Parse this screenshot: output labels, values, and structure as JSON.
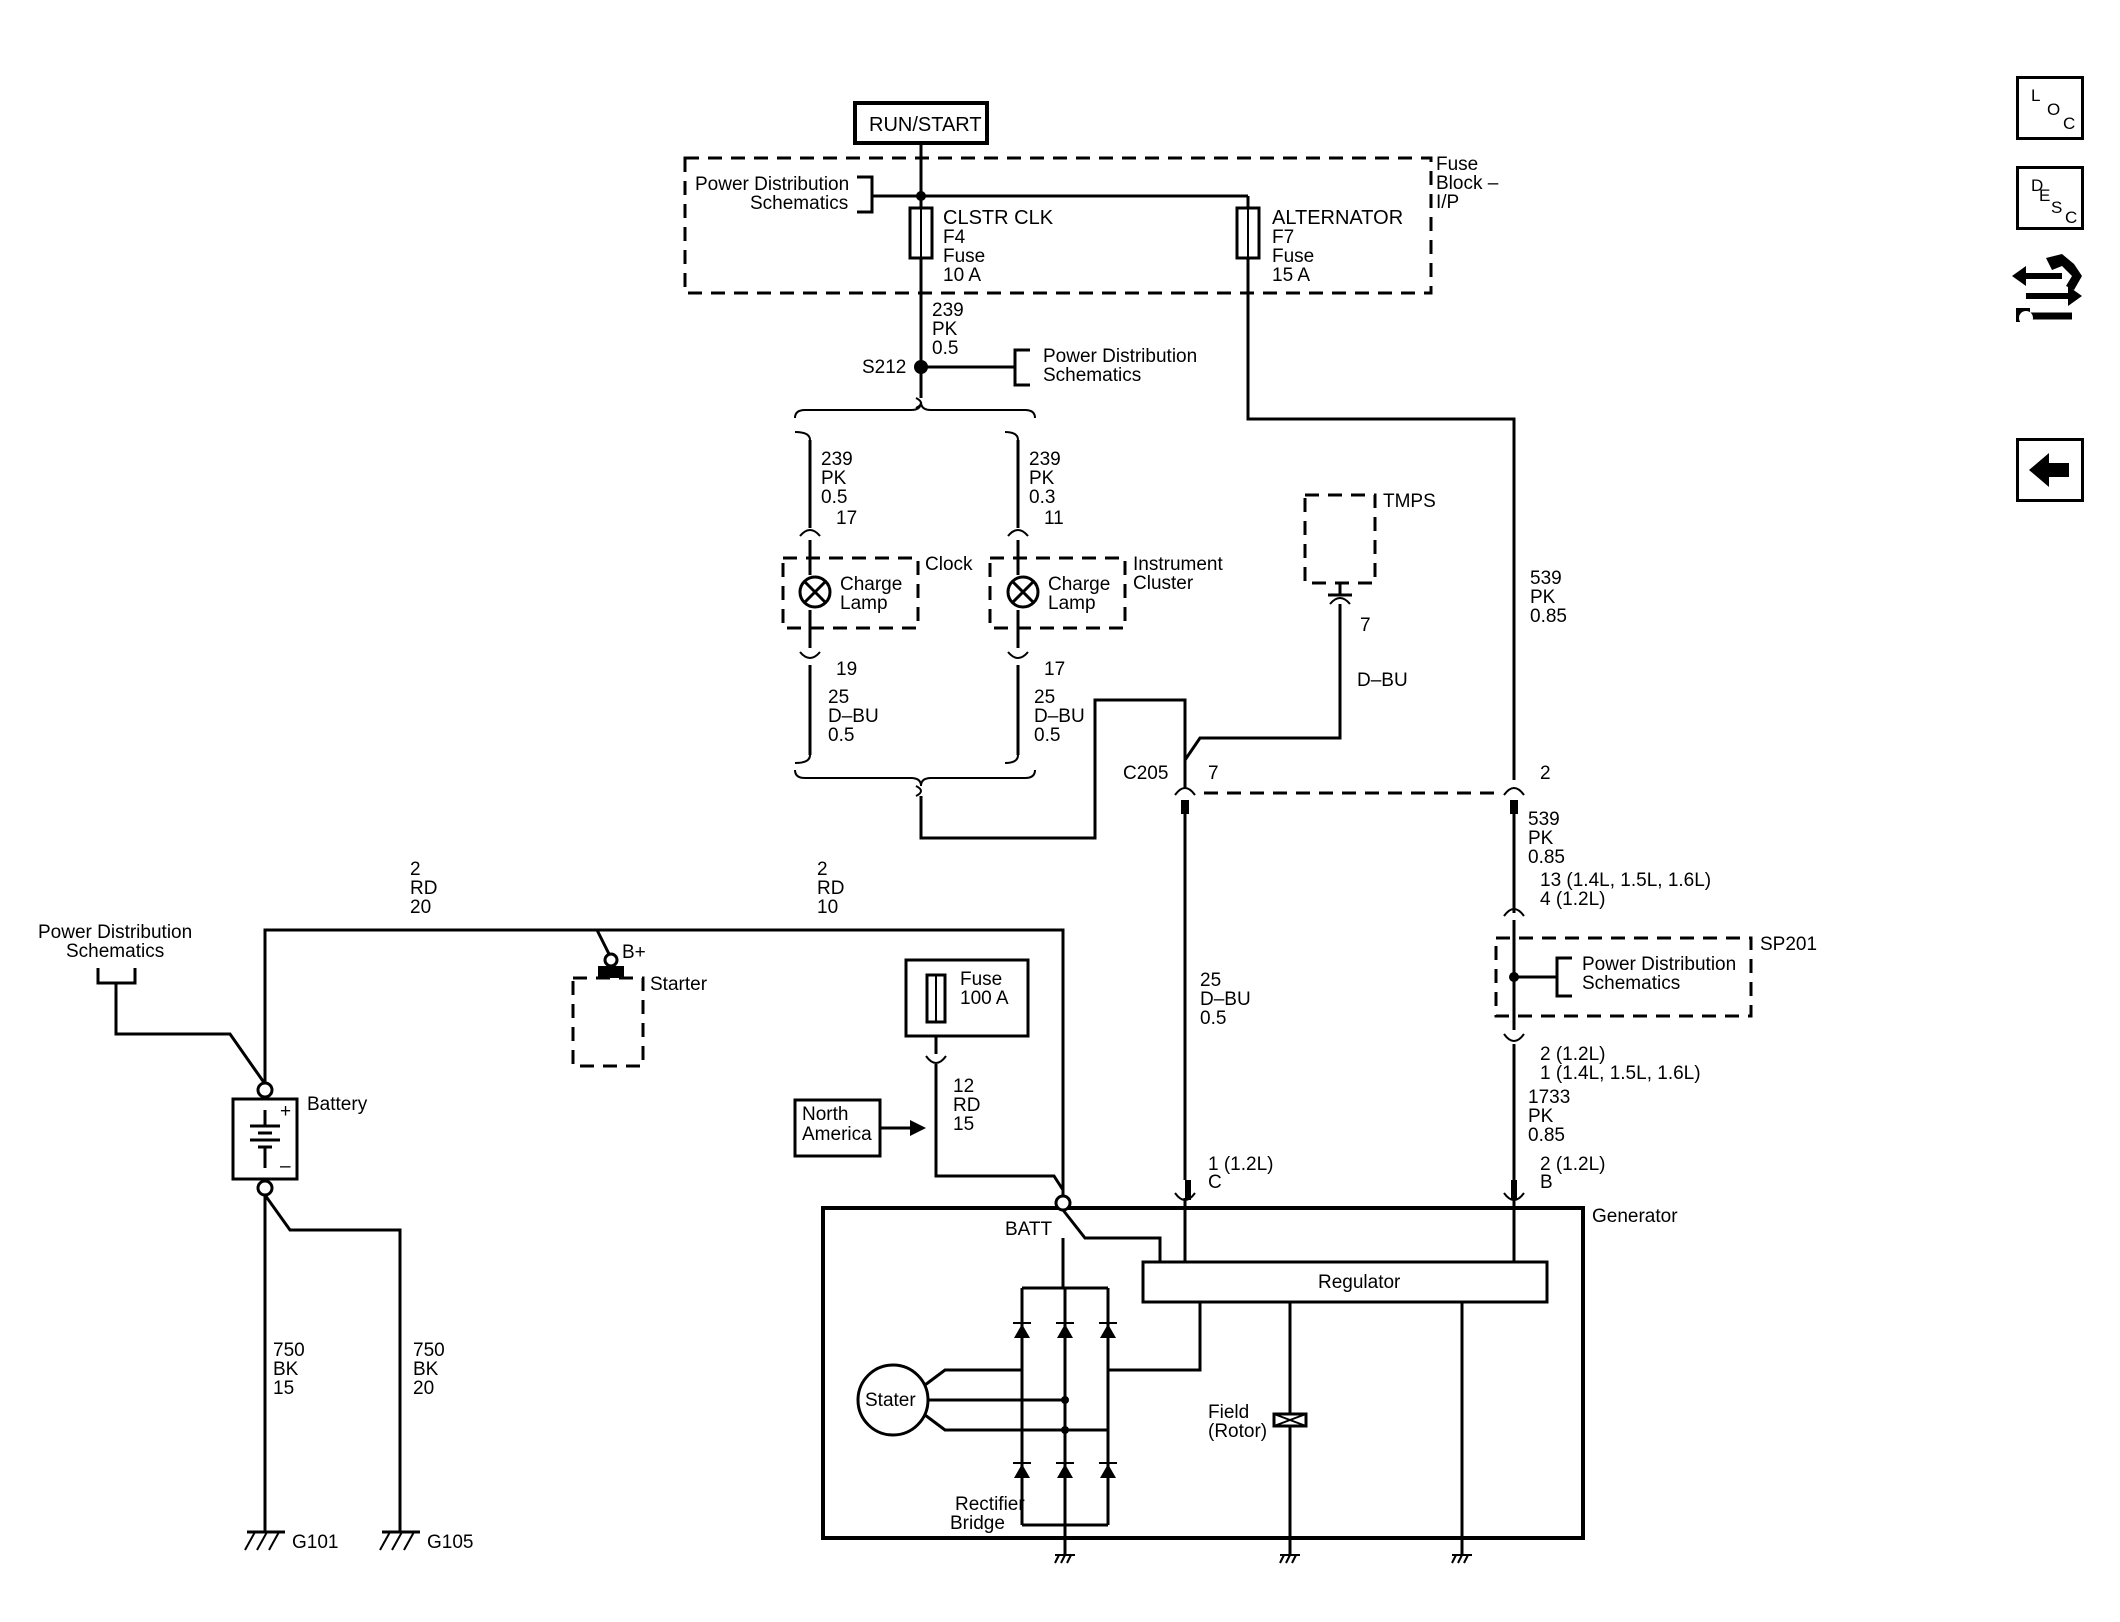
{
  "sidebar": {
    "loc": {
      "c1": "L",
      "c2": "O",
      "c3": "C"
    },
    "desc": {
      "c1": "D",
      "c2": "E",
      "c3": "S",
      "c4": "C"
    },
    "connector_icon": "wrench-connector-icon",
    "back_icon": "back-arrow-icon"
  },
  "labels": {
    "run_start": "RUN/START",
    "pds": [
      "Power Distribution",
      "Schematics"
    ],
    "fuse_block": [
      "Fuse",
      "Block –",
      "I/P"
    ],
    "fuse_f4": [
      "CLSTR CLK",
      "F4",
      "Fuse",
      "10 A"
    ],
    "fuse_f7": [
      "ALTERNATOR",
      "F7",
      "Fuse",
      "15 A"
    ],
    "w_239_top": [
      "239",
      "PK",
      "0.5"
    ],
    "s212": "S212",
    "w_239_clock": [
      "239",
      "PK",
      "0.5",
      "17"
    ],
    "w_239_ipc": [
      "239",
      "PK",
      "0.3",
      "11"
    ],
    "clock": "Clock",
    "instrument_cluster": [
      "Instrument",
      "Cluster"
    ],
    "charge_lamp": [
      "Charge",
      "Lamp"
    ],
    "w_25_clock": [
      "19",
      "25",
      "D–BU",
      "0.5"
    ],
    "w_25_ipc": [
      "17",
      "25",
      "D–BU",
      "0.5"
    ],
    "tmps": "TMPS",
    "tmps_pin": "7",
    "d_bu": "D–BU",
    "c205": "C205",
    "c205_pin7": "7",
    "c205_pin2": "2",
    "w_539_top": [
      "539",
      "PK",
      "0.85"
    ],
    "w_539_mid": [
      "539",
      "PK",
      "0.85",
      "13 (1.4L, 1.5L, 1.6L)",
      "4 (1.2L)"
    ],
    "sp201": "SP201",
    "w_1733": [
      "2 (1.2L)",
      "1 (1.4L, 1.5L, 1.6L)",
      "1733",
      "PK",
      "0.85",
      "2 (1.2L)",
      "B"
    ],
    "w_25_c": [
      "25",
      "D–BU",
      "0.5",
      "1 (1.2L)",
      "C"
    ],
    "w_2_rd20": [
      "2",
      "RD",
      "20"
    ],
    "w_2_rd10": [
      "2",
      "RD",
      "10"
    ],
    "b_plus": "B+",
    "starter": "Starter",
    "battery": "Battery",
    "fuse_100": [
      "Fuse",
      "100 A"
    ],
    "north_america": [
      "North",
      "America"
    ],
    "w_12": [
      "12",
      "RD",
      "15"
    ],
    "batt": "BATT",
    "generator": "Generator",
    "regulator": "Regulator",
    "stator": "Stater",
    "field": [
      "Field",
      "(Rotor)"
    ],
    "rectifier": [
      "Rectifier",
      "Bridge"
    ],
    "w_750_15": [
      "750",
      "BK",
      "15"
    ],
    "w_750_20": [
      "750",
      "BK",
      "20"
    ],
    "g101": "G101",
    "g105": "G105",
    "plus": "+",
    "minus": "–"
  }
}
